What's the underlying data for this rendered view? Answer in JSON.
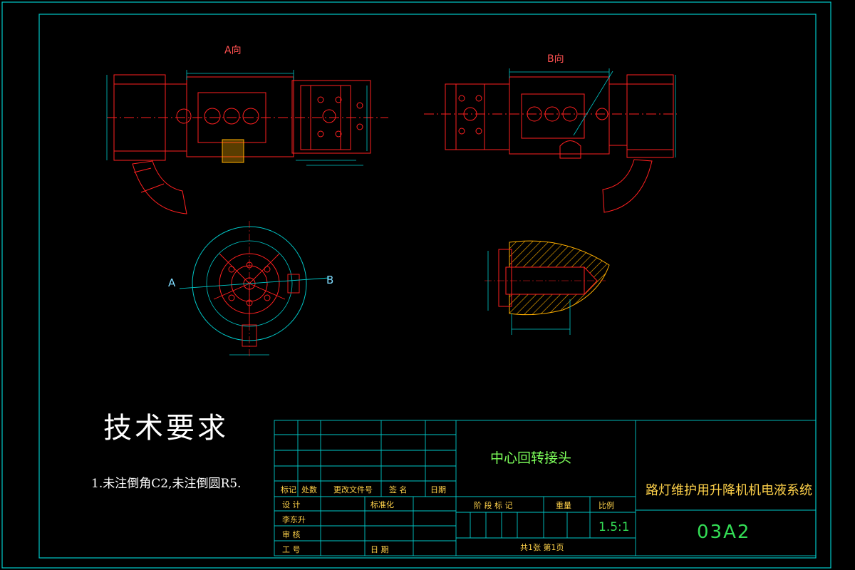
{
  "drawing": {
    "view_a_label": "A向",
    "view_b_label": "B向",
    "section_label_a": "A",
    "section_label_b": "B"
  },
  "requirements": {
    "title": "技术要求",
    "items": [
      "1.未注倒角C2,未注倒圆R5."
    ]
  },
  "title_block": {
    "part_name": "中心回转接头",
    "system_name": "路灯维护用升降机机电液系统",
    "drawing_code": "03A2",
    "scale": "1.5:1",
    "revision_headers": {
      "mark": "标记",
      "count": "处数",
      "change_doc": "更改文件号",
      "signature": "签  名",
      "date": "日期"
    },
    "labels": {
      "design": "设  计",
      "standardization": "标准化",
      "checker": "李东升",
      "review": "审  核",
      "process": "工  号",
      "date": "日  期",
      "stage_mark": "阶  段  标  记",
      "weight": "重量",
      "scale_header": "比例",
      "sheets": "共1张  第1页"
    }
  },
  "colors": {
    "border": "#00c8c8",
    "part_lines": "#ff2020",
    "dimensions": "#00c8c8",
    "text": "#ffffff",
    "title_text": "#ffd24a",
    "name_text": "#7dff5a"
  }
}
